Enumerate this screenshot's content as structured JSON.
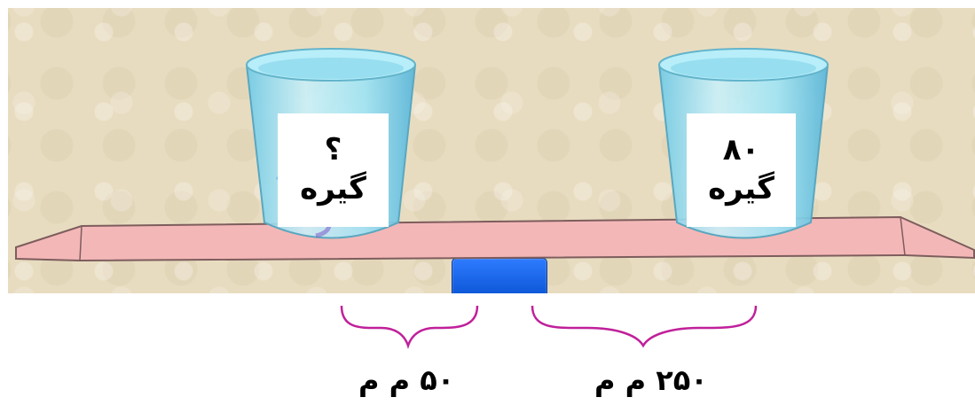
{
  "left_cup": {
    "count": "؟",
    "unit": "گیره"
  },
  "right_cup": {
    "count": "۸۰",
    "unit": "گیره"
  },
  "distances": {
    "left": "۵۰ م م",
    "right": "۲۵۰ م م"
  },
  "colors": {
    "background": "#e8dcc0",
    "plank": "#f4b7b7",
    "fulcrum": "#1c67f0",
    "brace": "#c0209a",
    "cup_glass": "#9fe3f2"
  },
  "icons": {
    "left_cup": "cup-with-paper-clips-icon",
    "right_cup": "cup-with-paper-clips-icon",
    "fulcrum": "fulcrum-icon"
  }
}
